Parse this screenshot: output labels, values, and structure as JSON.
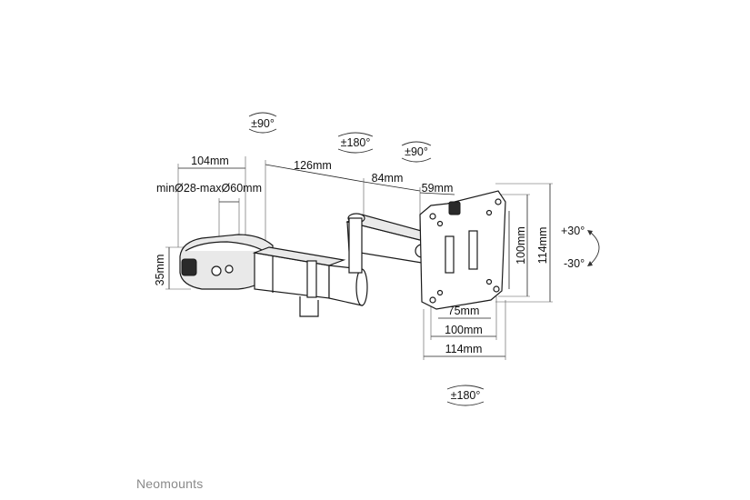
{
  "dimensions": {
    "clamp_width": "104mm",
    "clamp_range": "minØ28-maxØ60mm",
    "clamp_height": "35mm",
    "arm_length": "126mm",
    "arm_segment": "84mm",
    "plate_offset": "59mm",
    "vesa_75_h": "75mm",
    "vesa_100_h": "100mm",
    "plate_114_h": "114mm",
    "vesa_75_w": "75mm",
    "vesa_100_w": "100mm",
    "plate_114_w": "114mm"
  },
  "rotations": {
    "clamp_swivel": "±90°",
    "arm_swivel": "±180°",
    "head_swivel": "±90°",
    "tilt_up": "+30°",
    "tilt_down": "-30°",
    "rotation": "±180°"
  },
  "brand": "Neomounts",
  "colors": {
    "line": "#1a1a1a",
    "brand": "#8a8a8a",
    "background": "#ffffff"
  }
}
